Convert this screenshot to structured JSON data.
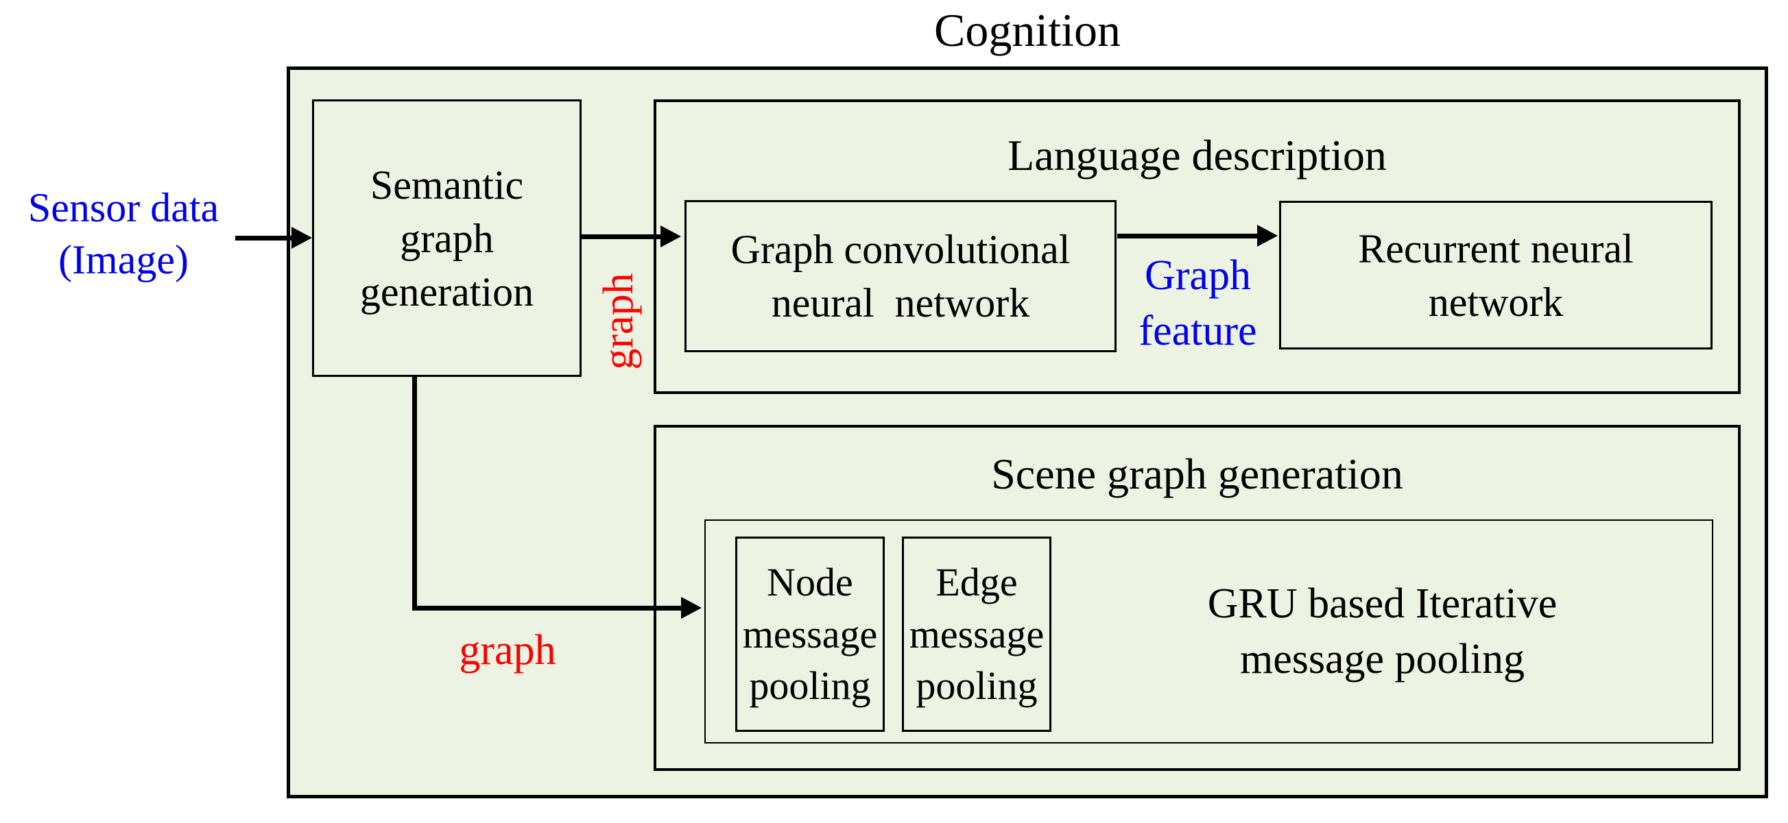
{
  "title": "Cognition",
  "colors": {
    "panel_green": "#ecf3e3",
    "line_black": "#000000",
    "accent_blue": "#0000ee",
    "accent_red": "#ff0000"
  },
  "input": {
    "label": "Sensor data\n(Image)"
  },
  "nodes": {
    "semantic": {
      "label": "Semantic\ngraph\ngeneration"
    },
    "language_section": {
      "title": "Language description"
    },
    "gcn": {
      "label": "Graph convolutional\nneural  network"
    },
    "rnn": {
      "label": "Recurrent neural\nnetwork"
    },
    "scene_section": {
      "title": "Scene graph generation"
    },
    "node_pool": {
      "label": "Node\nmessage\npooling"
    },
    "edge_pool": {
      "label": "Edge\nmessage\npooling"
    },
    "gru": {
      "label": "GRU based Iterative\nmessage pooling"
    }
  },
  "edge_labels": {
    "graph_to_language": "graph",
    "graph_to_scene": "graph",
    "graph_feature": "Graph\nfeature"
  }
}
